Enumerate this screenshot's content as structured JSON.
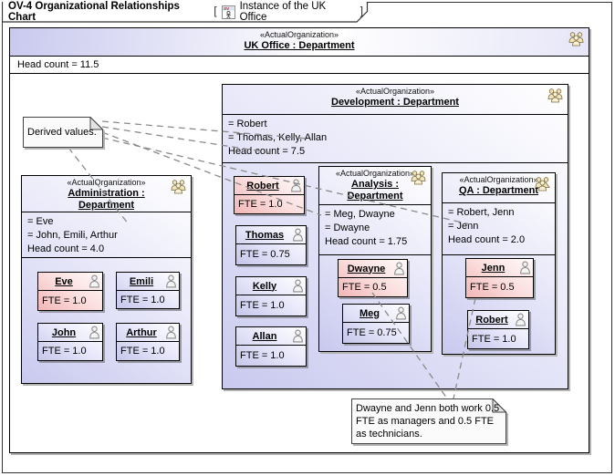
{
  "frame": {
    "title": "OV-4 Organizational Relationships Chart",
    "bracket_open": "[",
    "instance_label": "Instance of the UK Office",
    "bracket_close": "]"
  },
  "colors": {
    "org_fill": "#c9c9ef",
    "manager_fill": "#f2b6b6",
    "member_fill": "#c6c6ea",
    "connector": "#8a8a8a",
    "group_icon_fill": "#f0e5bd"
  },
  "uk_office": {
    "stereotype": "«ActualOrganization»",
    "name": "UK Office : Department",
    "head_count": "Head count = 11.5"
  },
  "notes": {
    "derived": "Derived values.",
    "dual_role": "Dwayne and Jenn both work 0.5 FTE as managers and 0.5 FTE as technicians."
  },
  "departments": {
    "administration": {
      "stereotype": "«ActualOrganization»",
      "name": "Administration :\nDepartment",
      "attributes": [
        "= Eve",
        "= John, Emili, Arthur",
        "Head count = 4.0"
      ],
      "people": [
        {
          "name": "Eve",
          "fte": "FTE = 1.0"
        },
        {
          "name": "Emili",
          "fte": "FTE = 1.0"
        },
        {
          "name": "John",
          "fte": "FTE = 1.0"
        },
        {
          "name": "Arthur",
          "fte": "FTE = 1.0"
        }
      ]
    },
    "development": {
      "stereotype": "«ActualOrganization»",
      "name": "Development : Department",
      "attributes": [
        "= Robert",
        "= Thomas, Kelly, Allan",
        "Head count = 7.5"
      ],
      "people": [
        {
          "name": "Robert",
          "fte": "FTE = 1.0"
        },
        {
          "name": "Thomas",
          "fte": "FTE = 0.75"
        },
        {
          "name": "Kelly",
          "fte": "FTE = 1.0"
        },
        {
          "name": "Allan",
          "fte": "FTE = 1.0"
        }
      ]
    },
    "analysis": {
      "stereotype": "«ActualOrganization»",
      "name": "Analysis :\nDepartment",
      "attributes": [
        "= Meg, Dwayne",
        "= Dwayne",
        "Head count = 1.75"
      ],
      "people": [
        {
          "name": "Dwayne",
          "fte": "FTE = 0.5"
        },
        {
          "name": "Meg",
          "fte": "FTE = 0.75"
        }
      ]
    },
    "qa": {
      "stereotype": "«ActualOrganization»",
      "name": "QA : Department",
      "attributes": [
        "= Robert, Jenn",
        "= Jenn",
        "Head count = 2.0"
      ],
      "people": [
        {
          "name": "Jenn",
          "fte": "FTE = 0.5"
        },
        {
          "name": "Robert",
          "fte": "FTE = 1.0"
        }
      ]
    }
  }
}
